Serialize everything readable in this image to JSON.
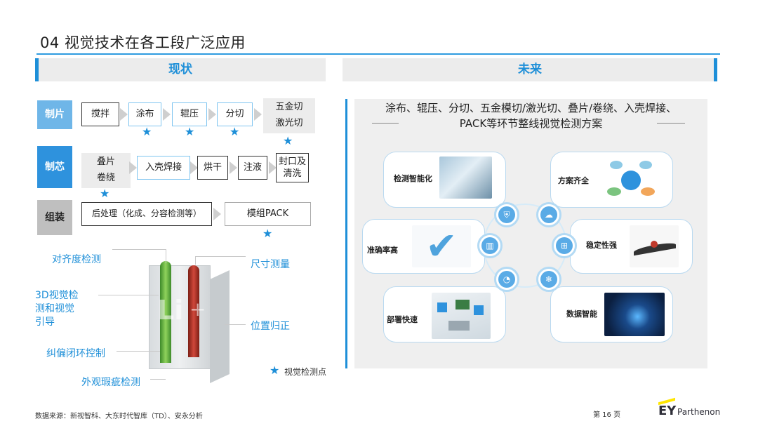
{
  "title": "04 视觉技术在各工段广泛应用",
  "left_header": "现状",
  "right_header": "未来",
  "rows": [
    {
      "label": "制片",
      "steps": [
        "搅拌",
        "涂布",
        "辊压",
        "分切",
        "五金切",
        "激光切"
      ]
    },
    {
      "label": "制芯",
      "steps": [
        "叠片",
        "卷绕",
        "入壳焊接",
        "烘干",
        "注液",
        "封口及",
        "清洗"
      ]
    },
    {
      "label": "组装",
      "steps": [
        "后处理（化成、分容检测等）",
        "模组PACK"
      ]
    }
  ],
  "star_glyph": "★",
  "callouts": [
    "对齐度检测",
    "3D视觉检",
    "测和视觉",
    "引导",
    "纠偏闭环控制",
    "外观瑕疵检测",
    "尺寸测量",
    "位置归正"
  ],
  "legend": "视觉检测点",
  "battery_text": {
    "li": "Li",
    "plus": "+"
  },
  "future_heading": [
    "涂布、辊压、分切、五金模切/激光切、叠片/卷绕、入壳焊接、",
    "PACK等环节整线视觉检测方案"
  ],
  "cards": [
    "检测智能化",
    "方案齐全",
    "准确率高",
    "稳定性强",
    "部署快速",
    "数据智能"
  ],
  "hub_icons": [
    "shield-icon",
    "cloud-icon",
    "barcode-icon",
    "network-icon",
    "gauge-icon",
    "snowflake-icon"
  ],
  "footer_source": "数据来源：新视智科、大东时代智库（TD）、安永分析",
  "page_number": "第 16 页",
  "logo": {
    "ey": "EY",
    "name": "Parthenon"
  },
  "colors": {
    "accent": "#1e8fd8",
    "row1": "#6fb6e8",
    "row2": "#2e92dd",
    "row3": "#bfbfbf",
    "green": "#6cbd45",
    "red": "#c0392b"
  }
}
